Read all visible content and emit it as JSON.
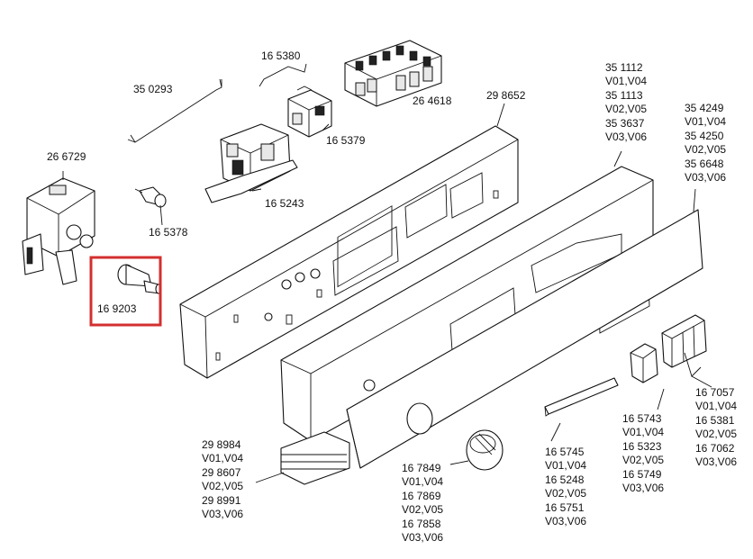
{
  "highlight_color": "#d32f2f",
  "labels": {
    "p350293": "35 0293",
    "p165380": "16 5380",
    "p264618": "26 4618",
    "p298652": "29 8652",
    "p165379": "16 5379",
    "p165243": "16 5243",
    "p266729": "26 6729",
    "p165378": "16 5378",
    "p169203": "16 9203",
    "panel_group": [
      "35 1112",
      "V01,V04",
      "35 1113",
      "V02,V05",
      "35 3637",
      "V03,V06"
    ],
    "front_group": [
      "35 4249",
      "V01,V04",
      "35 4250",
      "V02,V05",
      "35 6648",
      "V03,V06"
    ],
    "keys_right_group": [
      "16 7057",
      "V01,V04",
      "16 5381",
      "V02,V05",
      "16 7062",
      "V03,V06"
    ],
    "keys_left_group": [
      "16 5743",
      "V01,V04",
      "16 5323",
      "V02,V05",
      "16 5749",
      "V03,V06"
    ],
    "strip_group": [
      "16 5745",
      "V01,V04",
      "16 5248",
      "V02,V05",
      "16 5751",
      "V03,V06"
    ],
    "knob_group": [
      "16 7849",
      "V01,V04",
      "16 7869",
      "V02,V05",
      "16 7858",
      "V03,V06"
    ],
    "base_group": [
      "29 8984",
      "V01,V04",
      "29 8607",
      "V02,V05",
      "29 8991",
      "V03,V06"
    ]
  }
}
